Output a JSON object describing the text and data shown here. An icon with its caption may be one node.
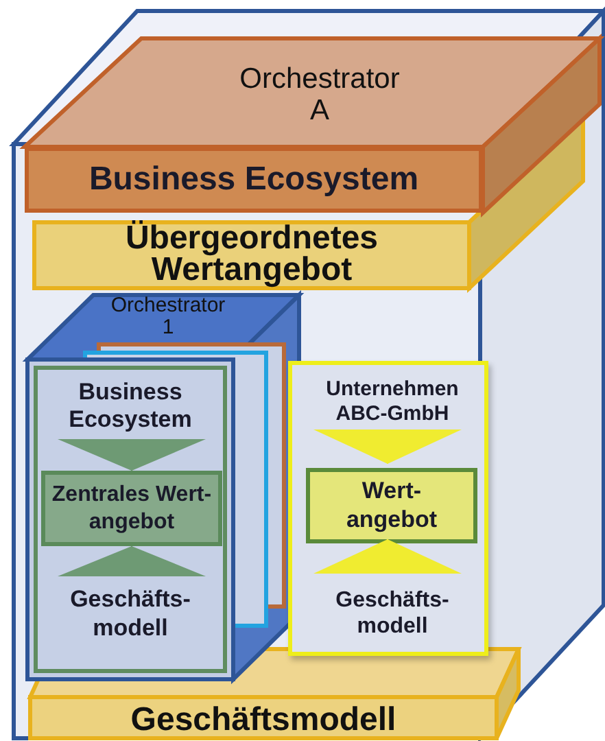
{
  "diagram": {
    "nodes": [
      {
        "text": [],
        "shape": "box"
      },
      {
        "text": [
          "Orchestrator A"
        ]
      },
      {
        "text": [
          "Business Ecosystem"
        ]
      },
      {
        "text": [
          "Übergeordnetes Wertangebot"
        ]
      },
      {
        "text": [
          "Orchestrator 1"
        ],
        "in": 0
      },
      {
        "text": [
          "Business Ecosystem"
        ],
        "in": 4
      },
      {
        "text": [
          "Zentrales Wert-angebot"
        ],
        "in": 4
      },
      {
        "text": [
          "Geschäfts-modell"
        ],
        "in": 4
      },
      {
        "text": [],
        "shape": "box",
        "in": 0
      },
      {
        "text": [
          "Unternehmen ABC-GmbH"
        ],
        "in": 8
      },
      {
        "text": [
          "Wert-angebot"
        ],
        "in": 8
      },
      {
        "text": [
          "Geschäfts-modell"
        ],
        "in": 8
      },
      {
        "text": [
          "Geschäftsmodell"
        ],
        "in": 0
      }
    ],
    "edges": [
      {
        "from": 5,
        "to": 6,
        "arrow": "to",
        "color": "#6e9a74"
      },
      {
        "from": 7,
        "to": 6,
        "arrow": "to",
        "color": "#6e9a74"
      },
      {
        "from": 9,
        "to": 10,
        "arrow": "to",
        "color": "#f0ec30"
      },
      {
        "from": 11,
        "to": 10,
        "arrow": "to",
        "color": "#f0ec30"
      }
    ]
  }
}
